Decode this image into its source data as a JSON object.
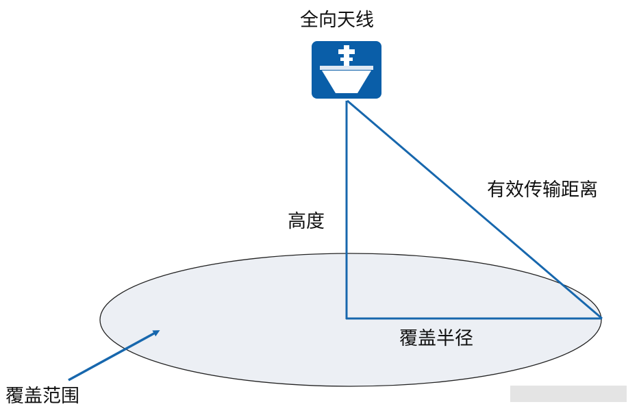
{
  "title": "全向天线",
  "labels": {
    "height": "高度",
    "effective_distance": "有效传输距离",
    "coverage_radius": "覆盖半径",
    "coverage_area": "覆盖范围"
  },
  "icons": {
    "antenna": "omnidirectional-antenna-icon"
  },
  "colors": {
    "line": "#1767ad",
    "icon_bg": "#0a5ea8",
    "ellipse_fill": "#eceff4",
    "ellipse_stroke": "#222222"
  }
}
